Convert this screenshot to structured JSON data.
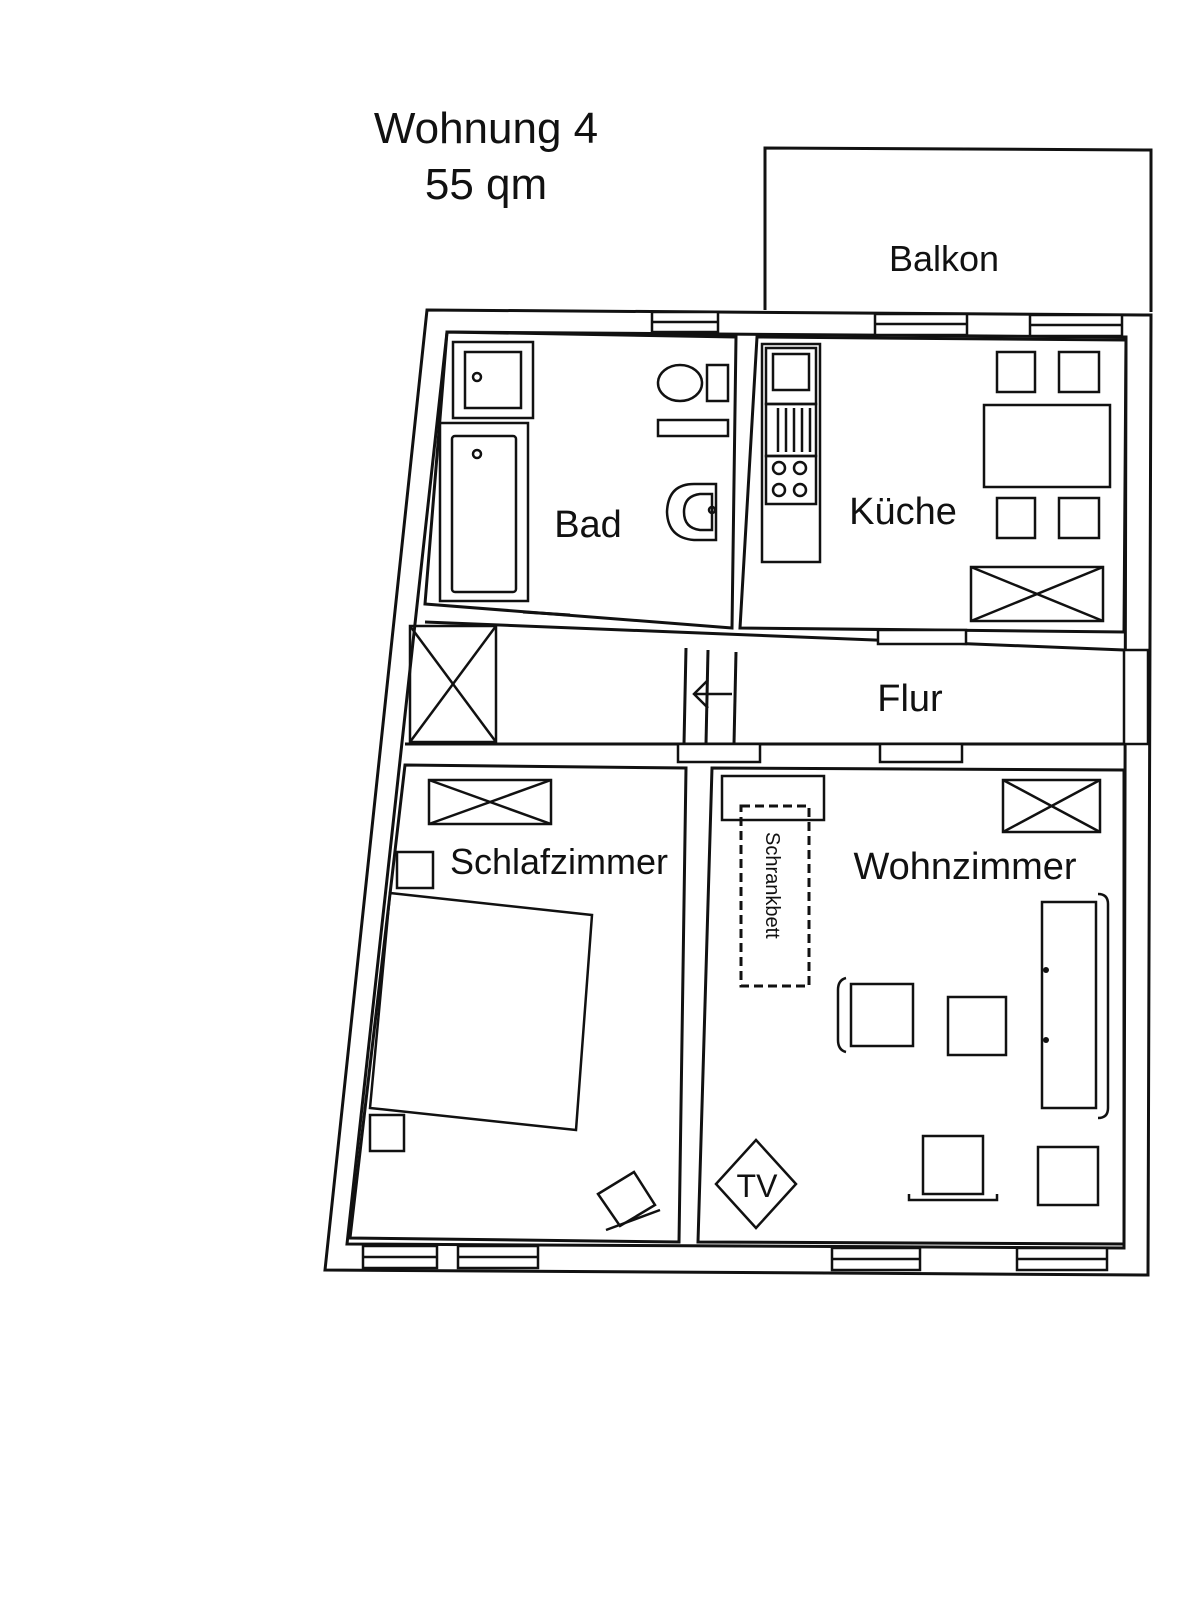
{
  "plan": {
    "title": "Wohnung 4",
    "area": "55 qm",
    "rooms": {
      "balkon": "Balkon",
      "bad": "Bad",
      "kueche": "Küche",
      "flur": "Flur",
      "schlafzimmer": "Schlafzimmer",
      "wohnzimmer": "Wohnzimmer"
    },
    "labels": {
      "schrankbett": "Schrankbett",
      "tv": "TV"
    }
  }
}
